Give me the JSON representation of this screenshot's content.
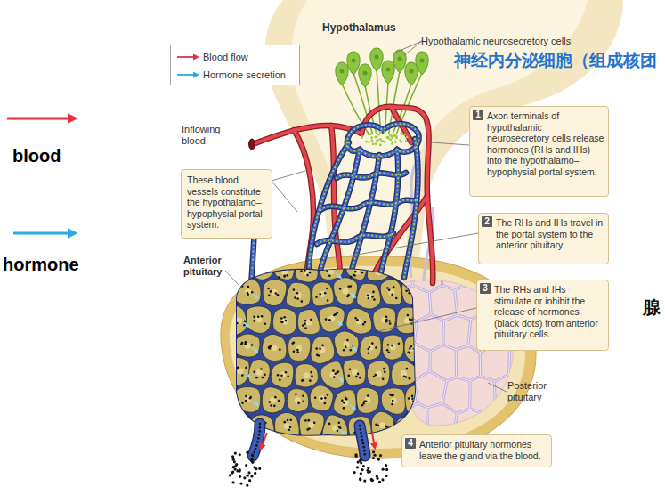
{
  "diagram": {
    "nodes": [
      {
        "text": [
          "1",
          "Axon terminals of hypothalamic neurosecretory cells release hormones (RHs and IHs) into the hypothalamo–hypophysial portal system."
        ]
      },
      {
        "text": [
          "These blood vessels constitute the hypothalamo–hypophysial portal system."
        ]
      },
      {
        "text": [
          "2",
          "The RHs and IHs travel in the portal system to the anterior pituitary."
        ]
      },
      {
        "text": [
          "3",
          "The RHs and IHs stimulate or inhibit the release of hormones (black dots) from anterior pituitary cells."
        ]
      },
      {
        "text": [
          "4",
          "Anterior pituitary hormones leave the gland via the blood."
        ]
      }
    ],
    "labels": [
      "Hypothalamus",
      "Hypothalamic neurosecretory cells",
      "神经内分泌细胞（组成核团",
      "Inflowing blood",
      "Anterior pituitary",
      "腺",
      "Posterior pituitary"
    ],
    "legend": [
      {
        "text": "Blood flow"
      },
      {
        "text": "Hormone secretion"
      },
      {
        "text": "blood"
      },
      {
        "text": "hormone"
      }
    ]
  }
}
